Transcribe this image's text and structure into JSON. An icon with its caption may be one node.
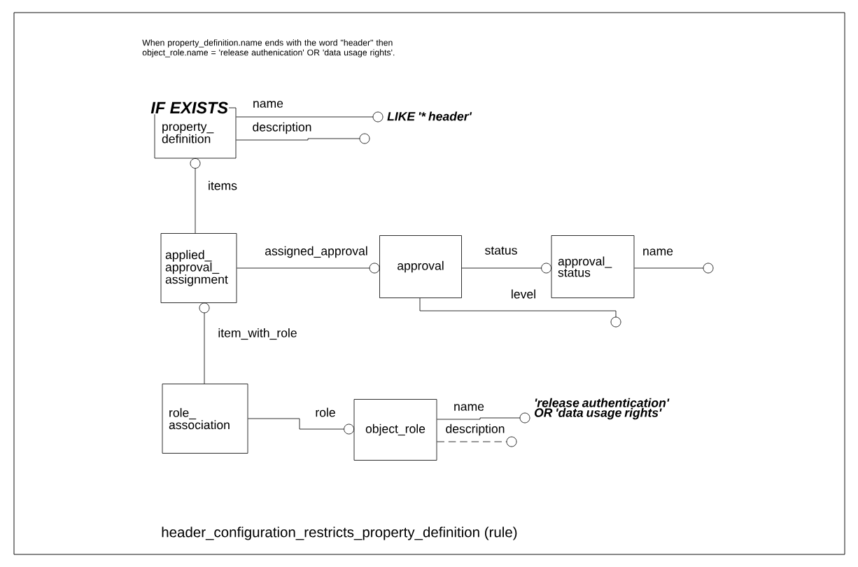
{
  "diagram": {
    "caption": "header_configuration_restricts_property_definition (rule)",
    "nodes": [
      {
        "text": [
          "IF EXISTS",
          "property_ definition"
        ]
      },
      {
        "text": [
          "LIKE '* header'"
        ]
      },
      {
        "text": [
          "applied_ approval_ assignment"
        ]
      },
      {
        "text": [
          "approval"
        ]
      },
      {
        "text": [
          "approval_ status"
        ]
      },
      {
        "text": [
          "role_ association"
        ]
      },
      {
        "text": [
          "object_role"
        ]
      },
      {
        "text": [
          "'release authentication' OR 'data usage rights'"
        ]
      }
    ],
    "edges": [
      {
        "from": 0,
        "to": 1,
        "arrow": "other",
        "label": "name"
      },
      {
        "from": 0,
        "to": null,
        "arrow": "other",
        "label": "description"
      },
      {
        "from": 2,
        "to": 0,
        "arrow": "other",
        "label": "items"
      },
      {
        "from": 2,
        "to": 3,
        "arrow": "other",
        "label": "assigned_approval"
      },
      {
        "from": 3,
        "to": 4,
        "arrow": "other",
        "label": "status"
      },
      {
        "from": 4,
        "to": null,
        "arrow": "other",
        "label": "name"
      },
      {
        "from": 3,
        "to": null,
        "arrow": "other",
        "label": "level"
      },
      {
        "from": 5,
        "to": 2,
        "arrow": "other",
        "label": "item_with_role"
      },
      {
        "from": 5,
        "to": 6,
        "arrow": "other",
        "label": "role"
      },
      {
        "from": 6,
        "to": 7,
        "arrow": "other",
        "label": "name"
      },
      {
        "from": 6,
        "to": null,
        "arrow": "other",
        "label": "description",
        "style": "dashed"
      }
    ],
    "labels": [
      "When property_definition.name ends with the word \"header\" then object_role.name = 'release authenication' OR 'data usage rights'."
    ]
  }
}
